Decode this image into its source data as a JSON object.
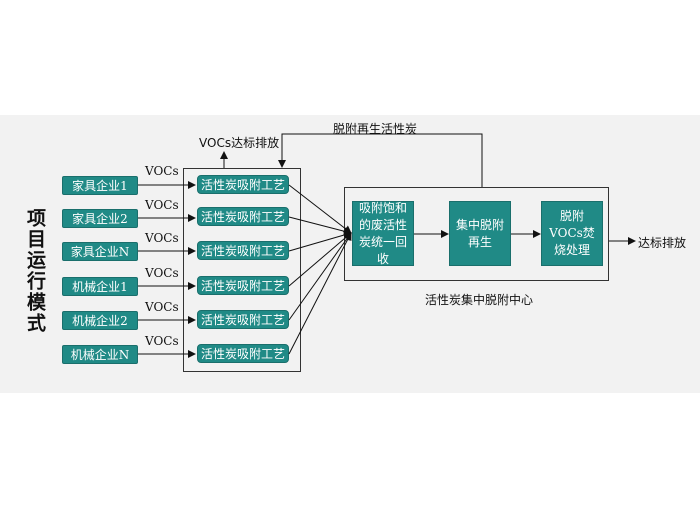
{
  "vertical_title": "项目运行模式",
  "enterprises": [
    "家具企业1",
    "家具企业2",
    "家具企业N",
    "机械企业1",
    "机械企业2",
    "机械企业N"
  ],
  "voc_label": "VOCs",
  "process_label": "活性炭吸附工艺",
  "top_emission_label": "VOCs达标排放",
  "regen_label": "脱附再生活性炭",
  "center": {
    "step1": "吸附饱和的废活性炭统一回收",
    "step2": "集中脱附再生",
    "step3": "脱附VOCs焚烧处理",
    "caption": "活性炭集中脱附中心"
  },
  "final_output": "达标排放",
  "colors": {
    "box_fill": "#208a86",
    "band": "#f2f2f2"
  }
}
